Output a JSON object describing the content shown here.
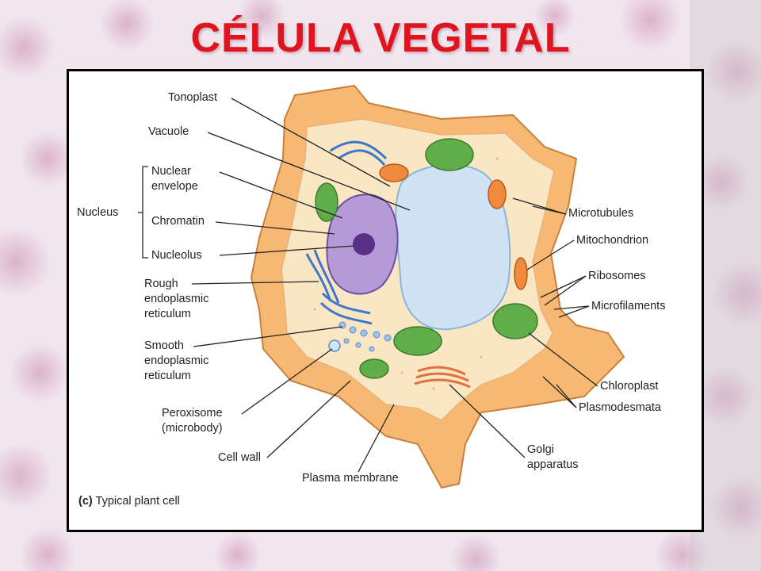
{
  "slide": {
    "title": "CÉLULA VEGETAL",
    "title_color": "#e0141e"
  },
  "diagram": {
    "caption_letter": "(c)",
    "caption_text": "Typical plant cell",
    "labels": {
      "tonoplast": "Tonoplast",
      "vacuole": "Vacuole",
      "nucleus": "Nucleus",
      "nuclear_envelope_1": "Nuclear",
      "nuclear_envelope_2": "envelope",
      "chromatin": "Chromatin",
      "nucleolus": "Nucleolus",
      "rough_er_1": "Rough",
      "rough_er_2": "endoplasmic",
      "rough_er_3": "reticulum",
      "smooth_er_1": "Smooth",
      "smooth_er_2": "endoplasmic",
      "smooth_er_3": "reticulum",
      "peroxisome_1": "Peroxisome",
      "peroxisome_2": "(microbody)",
      "cell_wall": "Cell wall",
      "plasma_membrane": "Plasma membrane",
      "golgi_1": "Golgi",
      "golgi_2": "apparatus",
      "microtubules": "Microtubules",
      "mitochondrion": "Mitochondrion",
      "ribosomes": "Ribosomes",
      "microfilaments": "Microfilaments",
      "chloroplast": "Chloroplast",
      "plasmodesmata": "Plasmodesmata"
    }
  },
  "colors": {
    "cell_wall": "#f6b872",
    "cytoplasm": "#fbe6c4",
    "vacuole": "#cfe3f5",
    "nucleus": "#b49ad6",
    "chloroplast": "#5fae4a",
    "mitochondrion": "#f08a3c",
    "er": "#3c78c8"
  }
}
